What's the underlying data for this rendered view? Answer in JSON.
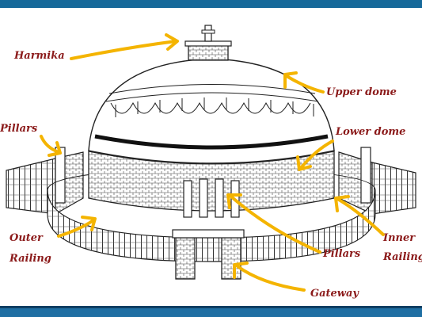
{
  "labels": {
    "harmika": "Harmika",
    "upper_dome": "Upper dome",
    "pillars_left": "Pillars",
    "lower_dome": "Lower dome",
    "outer_railing_1": "Outer",
    "outer_railing_2": "Railing",
    "pillars_right": "Pillars",
    "inner_railing_1": "Inner",
    "inner_railing_2": "Railing",
    "gateway": "Gateway"
  },
  "colors": {
    "label": "#8b1a1a",
    "arrow": "#f4b400",
    "line": "#222222",
    "band": "#16699a"
  }
}
